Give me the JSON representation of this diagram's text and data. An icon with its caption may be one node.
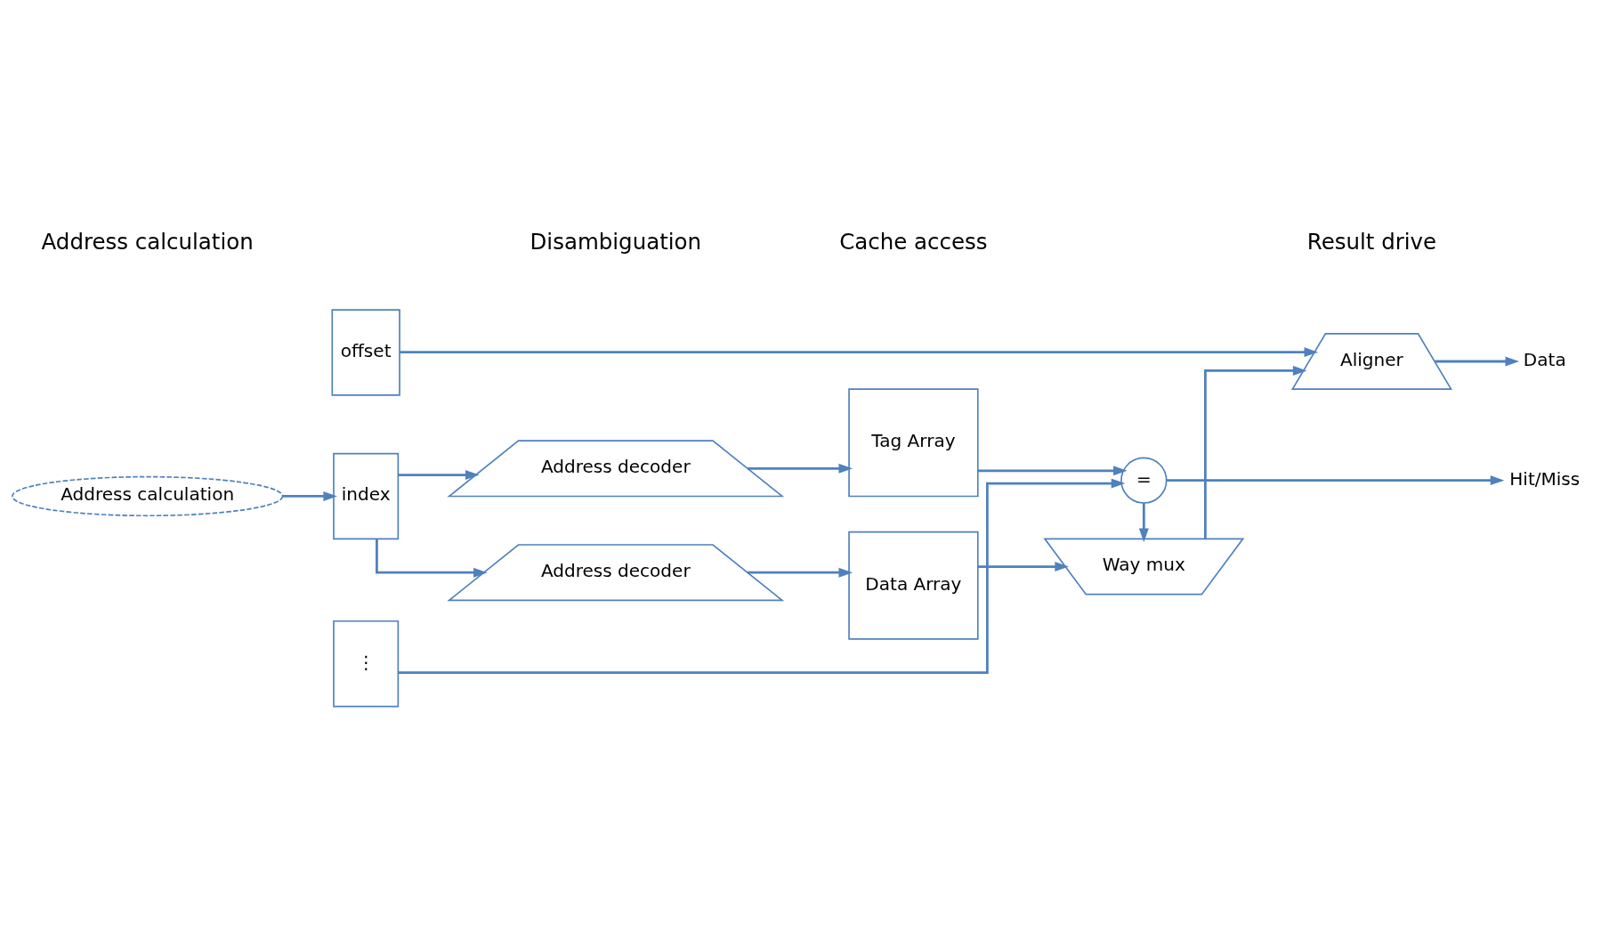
{
  "diagram": {
    "nodes": [
      {
        "text": [
          "Address calculation"
        ]
      },
      {
        "text": [
          "offset"
        ]
      },
      {
        "text": [
          "index"
        ]
      },
      {
        "text": [
          "⋮"
        ]
      },
      {
        "text": [
          "Address decoder"
        ]
      },
      {
        "text": [
          "Data Array"
        ]
      },
      {
        "text": [
          "Way mux"
        ]
      },
      {
        "text": [
          "Aligner"
        ]
      },
      {
        "text": [
          "Data"
        ]
      },
      {
        "text": [
          "Address decoder"
        ]
      },
      {
        "text": [
          "Tag Array"
        ]
      },
      {
        "text": [
          "="
        ]
      },
      {
        "text": [
          "Hit/Miss"
        ]
      }
    ],
    "edges": [
      {
        "from": 0,
        "to": 2,
        "arrow": "to"
      },
      {
        "from": 2,
        "to": 4,
        "arrow": "to"
      },
      {
        "from": 2,
        "to": 9,
        "arrow": "to"
      },
      {
        "from": 4,
        "to": 5,
        "arrow": "to"
      },
      {
        "from": 5,
        "to": 6,
        "arrow": "to"
      },
      {
        "from": 6,
        "to": 7,
        "arrow": "to"
      },
      {
        "from": 7,
        "to": 8,
        "arrow": "to"
      },
      {
        "from": 1,
        "to": 7,
        "arrow": "to"
      },
      {
        "from": 9,
        "to": 10,
        "arrow": "to"
      },
      {
        "from": 10,
        "to": 11,
        "arrow": "to"
      },
      {
        "from": 11,
        "to": 6,
        "arrow": "to"
      },
      {
        "from": 11,
        "to": 12,
        "arrow": "to"
      },
      {
        "from": 3,
        "to": 11,
        "arrow": "to"
      }
    ],
    "labels": [
      "Address calculation",
      "Disambiguation",
      "Cache access",
      "Result drive"
    ]
  }
}
